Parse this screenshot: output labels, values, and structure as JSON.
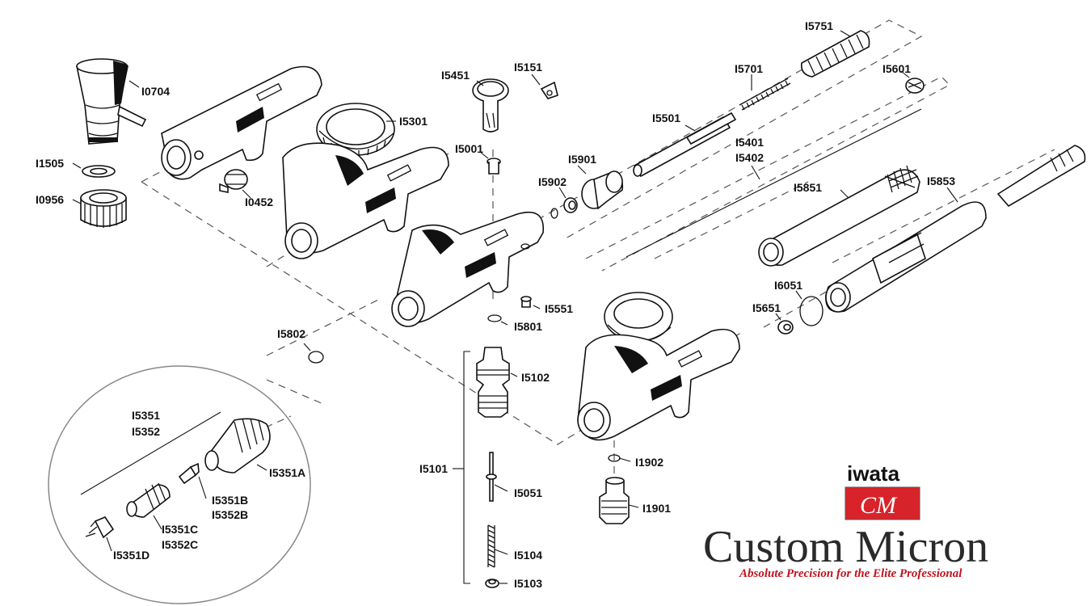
{
  "parts": {
    "I0704": "I0704",
    "I1505": "I1505",
    "I0956": "I0956",
    "I0452": "I0452",
    "I5301": "I5301",
    "I5451": "I5451",
    "I5151": "I5151",
    "I5001": "I5001",
    "I5902": "I5902",
    "I5901": "I5901",
    "I5501": "I5501",
    "I5701": "I5701",
    "I5751": "I5751",
    "I5601": "I5601",
    "I5401": "I5401",
    "I5402": "I5402",
    "I5851": "I5851",
    "I5853": "I5853",
    "I6051": "I6051",
    "I5651": "I5651",
    "I5551": "I5551",
    "I5801": "I5801",
    "I5802": "I5802",
    "I5102": "I5102",
    "I5101": "I5101",
    "I5051": "I5051",
    "I5104": "I5104",
    "I5103": "I5103",
    "I1902": "I1902",
    "I1901": "I1901",
    "I5351": "I5351",
    "I5352": "I5352",
    "I5351A": "I5351A",
    "I5351B": "I5351B",
    "I5352B": "I5352B",
    "I5351C": "I5351C",
    "I5352C": "I5352C",
    "I5351D": "I5351D"
  },
  "logo": {
    "brand": "iwata",
    "monogram": "CM",
    "name": "Custom Micron",
    "tagline": "Absolute Precision for the Elite Professional",
    "accent_color": "#d8232a"
  }
}
